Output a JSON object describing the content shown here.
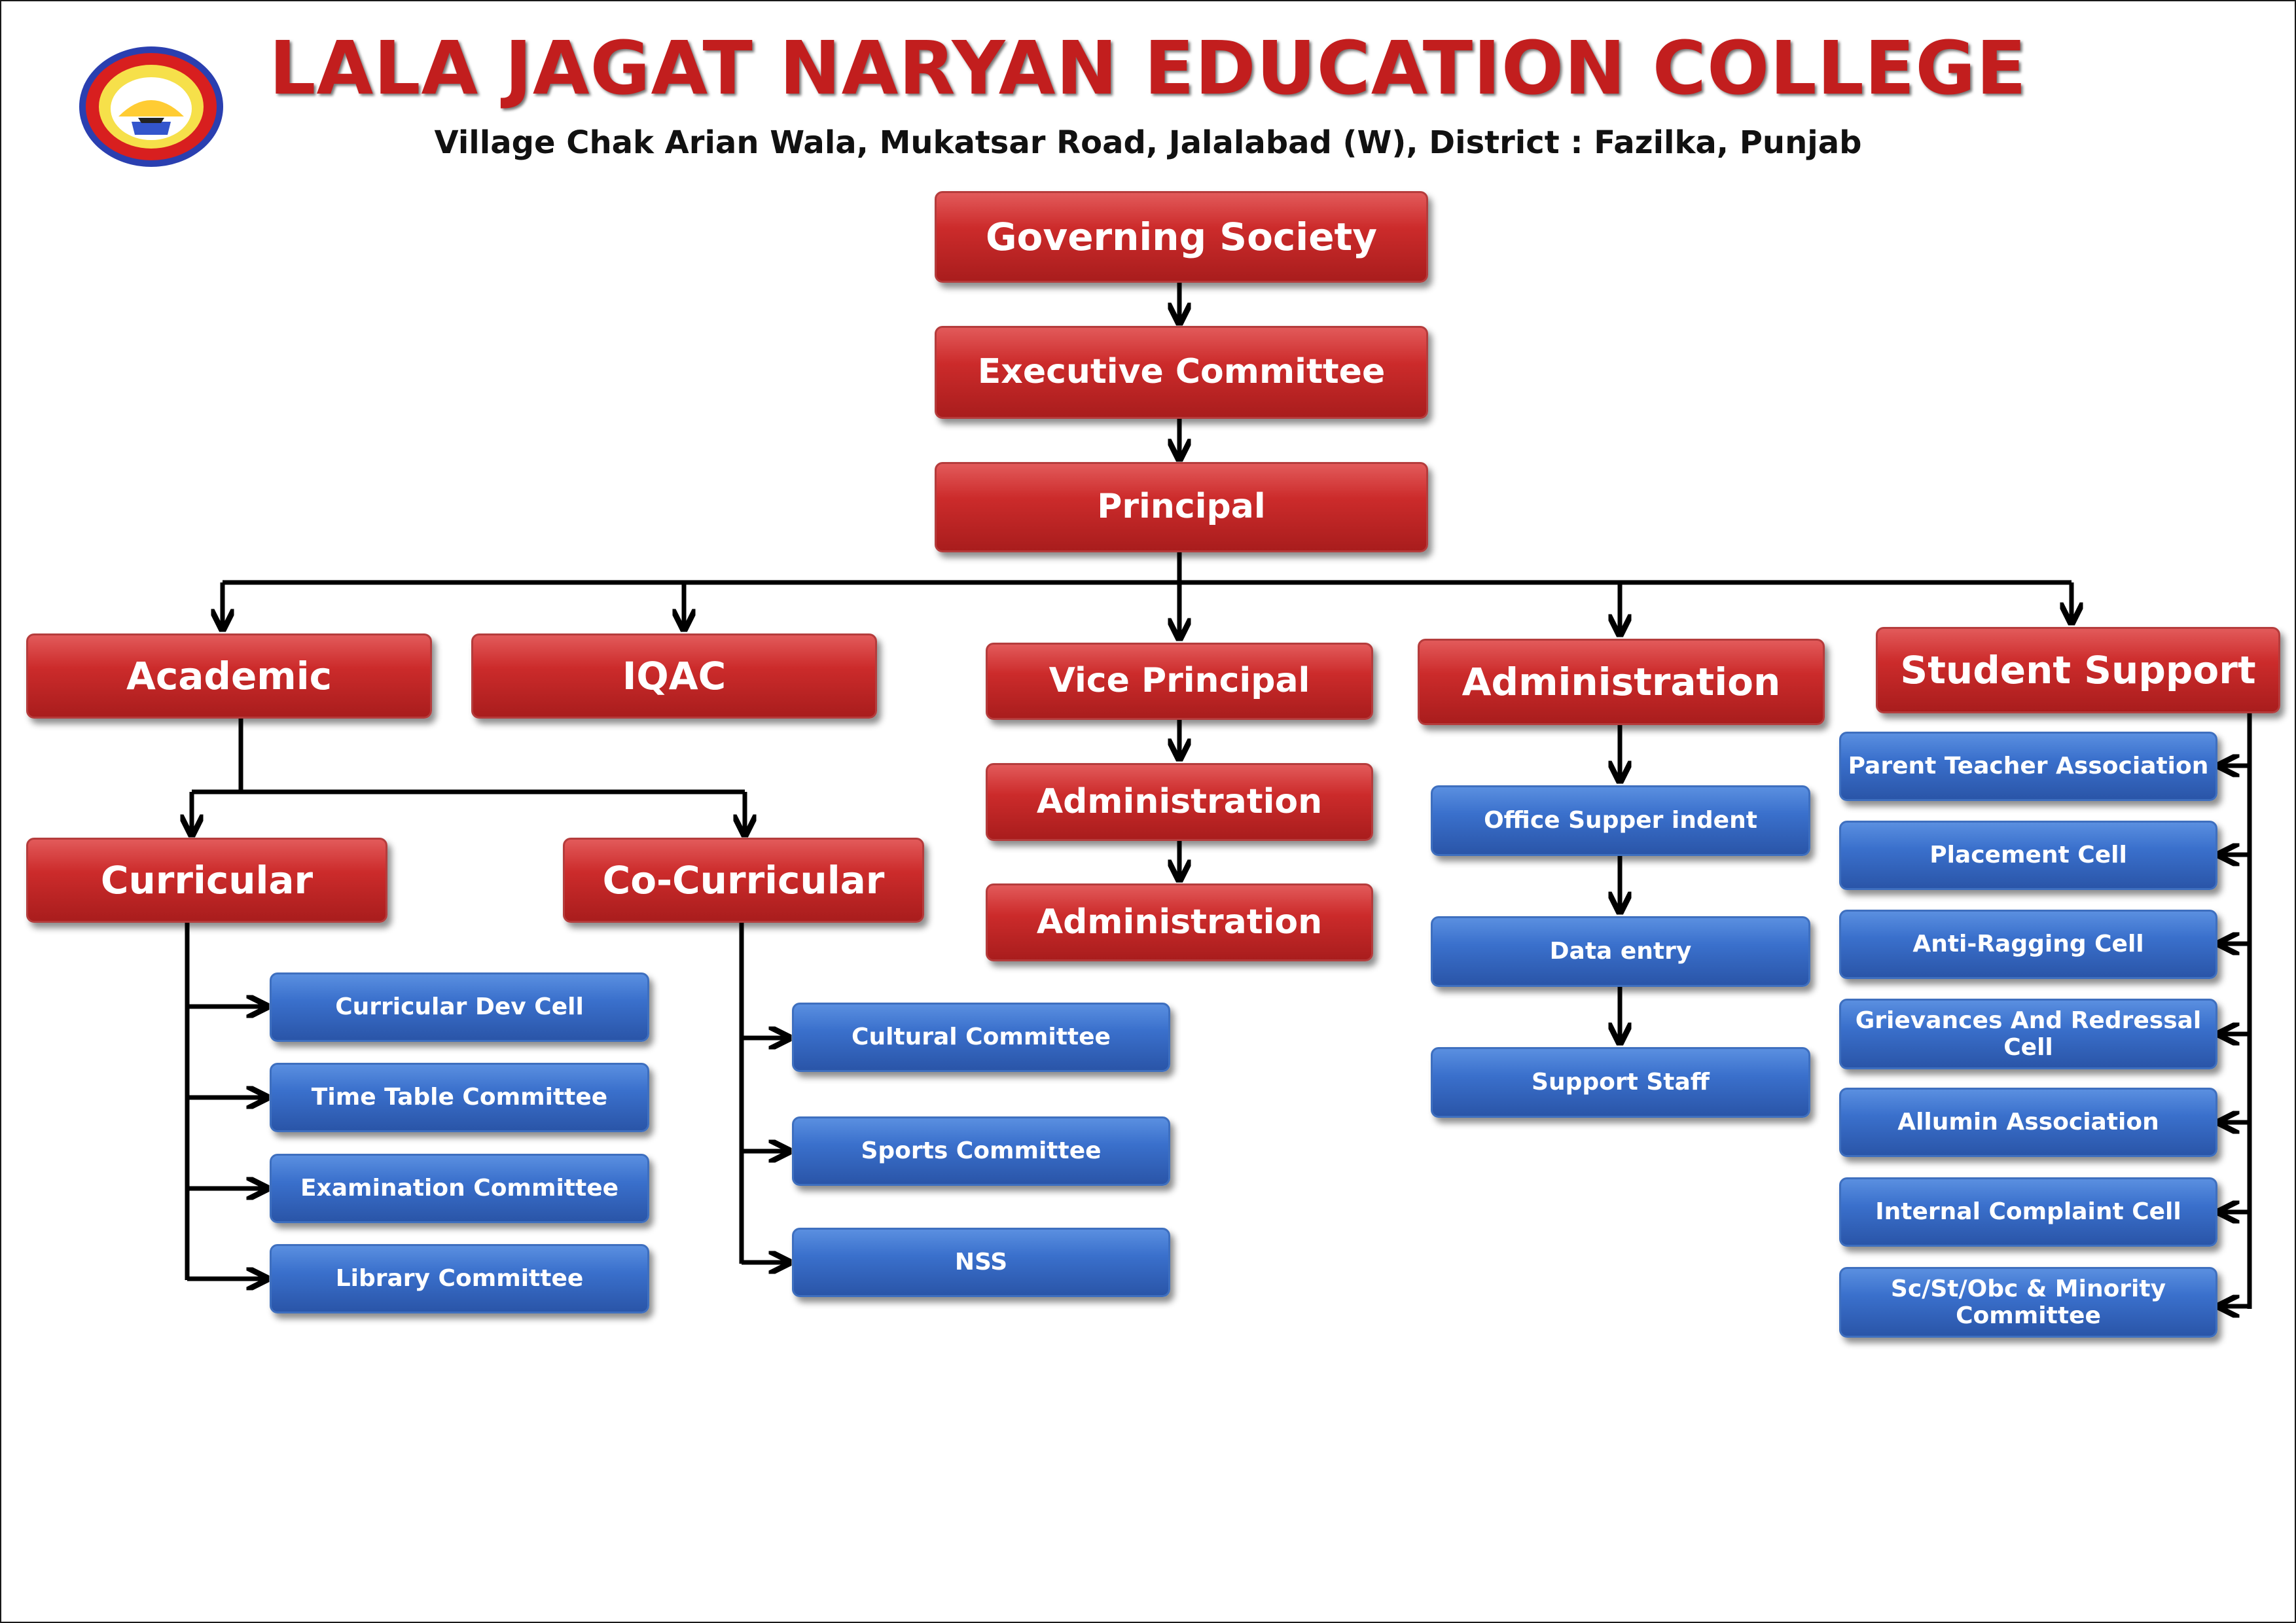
{
  "header": {
    "title": "LALA JAGAT NARYAN EDUCATION COLLEGE",
    "subtitle": "Village Chak Arian Wala, Mukatsar Road, Jalalabad (W), District : Fazilka, Punjab"
  },
  "colors": {
    "title": "#c21e1e",
    "red_box": "#c62828",
    "blue_box": "#3a70cc",
    "connector": "#000000"
  },
  "top_chain": {
    "governing": "Governing Society",
    "executive": "Executive Committee",
    "principal": "Principal"
  },
  "level2": {
    "academic": "Academic",
    "iqac": "IQAC",
    "vice_principal": "Vice Principal",
    "administration": "Administration",
    "student_support": "Student Support"
  },
  "academic": {
    "curricular": "Curricular",
    "co_curricular": "Co-Curricular",
    "curricular_items": [
      "Curricular Dev Cell",
      "Time Table Committee",
      "Examination Committee",
      "Library Committee"
    ],
    "co_curricular_items": [
      "Cultural Committee",
      "Sports Committee",
      "NSS"
    ]
  },
  "vice_principal_chain": [
    "Administration",
    "Administration"
  ],
  "administration_chain": [
    "Office Supper indent",
    "Data entry",
    "Support Staff"
  ],
  "student_support_items": [
    "Parent Teacher Association",
    "Placement Cell",
    "Anti-Ragging Cell",
    "Grievances And Redressal Cell",
    "Allumin Association",
    "Internal Complaint Cell",
    "Sc/St/Obc & Minority Committee"
  ]
}
